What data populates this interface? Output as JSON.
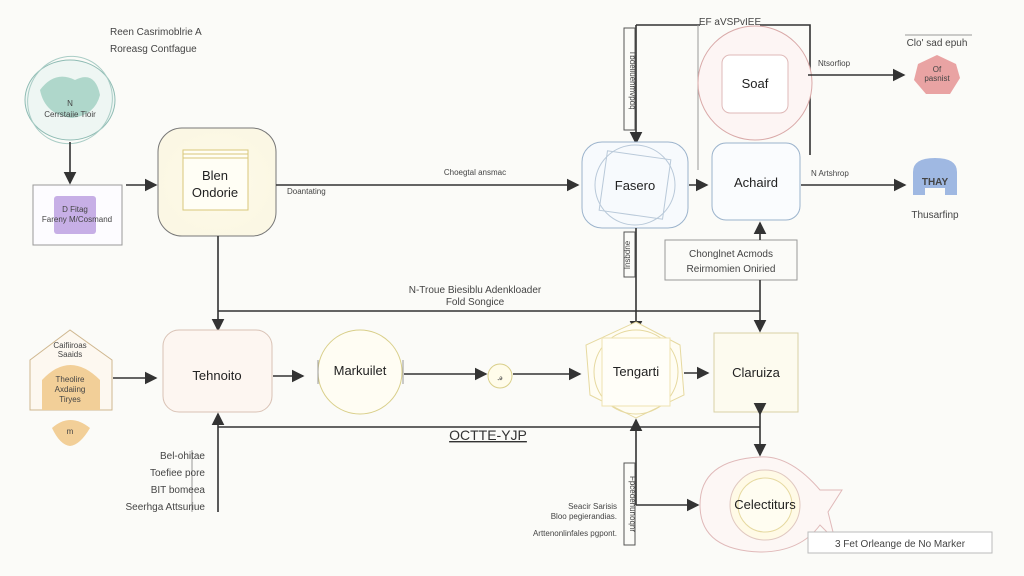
{
  "title_lines": [
    "Reen Casrimoblrie A",
    "Roreasg Contfague"
  ],
  "nodes": {
    "cloud": {
      "lines": [
        "N",
        "Cerrstaiie Tioir"
      ],
      "color": "#9fcfc0"
    },
    "purple_box": {
      "lines": [
        "D Fitag",
        "Fareny M/Cosmand"
      ],
      "color": "#b79ad8"
    },
    "blen": {
      "lines": [
        "Blen",
        "Ondorie"
      ]
    },
    "fasero": {
      "label": "Fasero"
    },
    "achaird": {
      "label": "Achaird"
    },
    "soaf": {
      "label": "Soaf"
    },
    "red_badge": {
      "lines": [
        "Of",
        "pasnist"
      ],
      "caption": "Clo' sad epuh",
      "color": "#e9a3a3"
    },
    "blue_icon": {
      "label": "THAY",
      "caption": "Thusarfinp",
      "color": "#9fb8e2"
    },
    "house": {
      "lines": [
        "Caifiiroas",
        "Saaids",
        "Theolire",
        "Axdaiing",
        "Tiryes"
      ],
      "color": "#f2cf98"
    },
    "egg": {
      "label": "m"
    },
    "tehnoito": {
      "label": "Tehnoito"
    },
    "markuilet": {
      "label": "Markuilet"
    },
    "small_circle": {
      "label": "ꭿ"
    },
    "tengarti": {
      "label": "Tengarti"
    },
    "claruiza": {
      "label": "Claruiza"
    },
    "celectiturs": {
      "label": "Celectiturs"
    }
  },
  "edge_labels": {
    "doantating": "Doantating",
    "choegtal": "Choegtal ansmac",
    "top_bar": "EF aVSPvIEE",
    "ntsorfiop": "Ntsorfiop",
    "n_artshrop": "N Artshrop",
    "mid_lines": [
      "N-Troue Biesiblu Adenkloader",
      "Fold Songice"
    ],
    "octt": "OCTTE-YJP",
    "vertical_top": "Tbdeliuenmvpdq",
    "vertical_mid": "Insbdne",
    "vertical_bottom": "Fpcedenunoqnr"
  },
  "note_box": {
    "lines": [
      "Chonglnet Acmods",
      "Reirmomien Oniried"
    ]
  },
  "left_notes": [
    "Bel-ohitae",
    "Toefiee pore",
    "BIT bomeea",
    "Seerhga Attsuriue"
  ],
  "bottom_notes": [
    "Seacir Sarisis",
    "Bloo pegierandias.",
    "Arttenonlinfales pgpont."
  ],
  "legend": "3 Fet Orleange de No Marker"
}
